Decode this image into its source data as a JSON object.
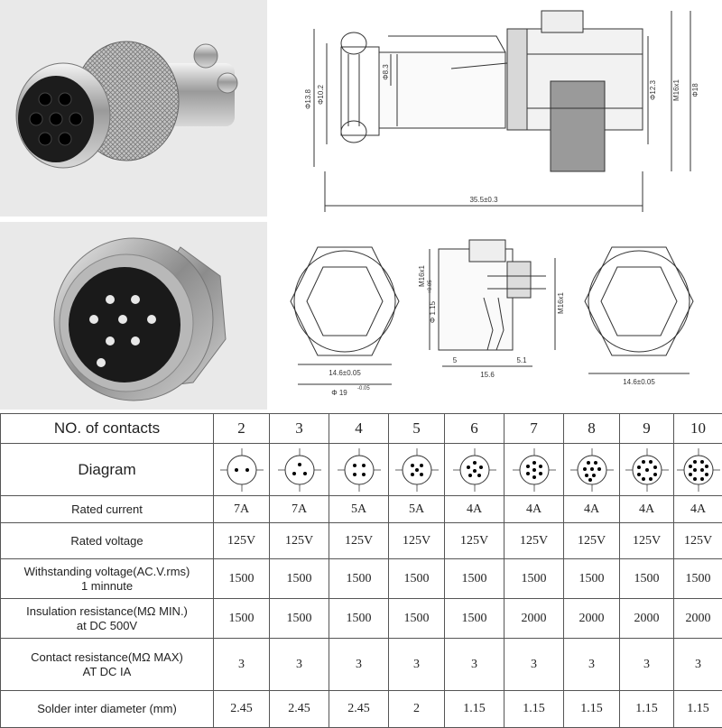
{
  "drawings": {
    "top": {
      "dim_13_8": "Φ13.8",
      "dim_10_2": "Φ10.2",
      "dim_8_3": "Φ8.3",
      "dim_12_3": "Φ12.3",
      "dim_m16": "M16x1",
      "dim_18": "Φ18",
      "dim_length": "35.5±0.3"
    },
    "bottom": {
      "hex_left": "14.6±0.05",
      "dia_left": "Φ 19",
      "dia_left_tol": "-0.05",
      "m16_left": "M16x1",
      "dia_1_15": "Φ 1.15",
      "dia_1_15_tol": "+0.05",
      "m16_right": "M16x1",
      "dim_5": "5",
      "dim_15_6": "15.6",
      "dim_5_1": "5.1",
      "hex_right": "14.6±0.05"
    }
  },
  "table": {
    "header_label": "NO.  of contacts",
    "contacts": [
      "2",
      "3",
      "4",
      "5",
      "6",
      "7",
      "8",
      "9",
      "10"
    ],
    "diagram_label": "Diagram",
    "rows": [
      {
        "label": [
          "Rated current"
        ],
        "values": [
          "7A",
          "7A",
          "5A",
          "5A",
          "4A",
          "4A",
          "4A",
          "4A",
          "4A"
        ]
      },
      {
        "label": [
          "Rated voltage"
        ],
        "values": [
          "125V",
          "125V",
          "125V",
          "125V",
          "125V",
          "125V",
          "125V",
          "125V",
          "125V"
        ]
      },
      {
        "label": [
          "Withstanding voltage(AC.V.rms)",
          "1 minnute"
        ],
        "values": [
          "1500",
          "1500",
          "1500",
          "1500",
          "1500",
          "1500",
          "1500",
          "1500",
          "1500"
        ]
      },
      {
        "label": [
          "Insulation resistance(MΩ MIN.)",
          "at DC 500V"
        ],
        "values": [
          "1500",
          "1500",
          "1500",
          "1500",
          "1500",
          "2000",
          "2000",
          "2000",
          "2000"
        ]
      },
      {
        "label": [
          "Contact resistance(MΩ MAX)",
          "AT DC IA"
        ],
        "values": [
          "3",
          "3",
          "3",
          "3",
          "3",
          "3",
          "3",
          "3",
          "3"
        ]
      },
      {
        "label": [
          "Solder inter diameter (mm)"
        ],
        "values": [
          "2.45",
          "2.45",
          "2.45",
          "2",
          "1.15",
          "1.15",
          "1.15",
          "1.15",
          "1.15"
        ]
      }
    ]
  }
}
